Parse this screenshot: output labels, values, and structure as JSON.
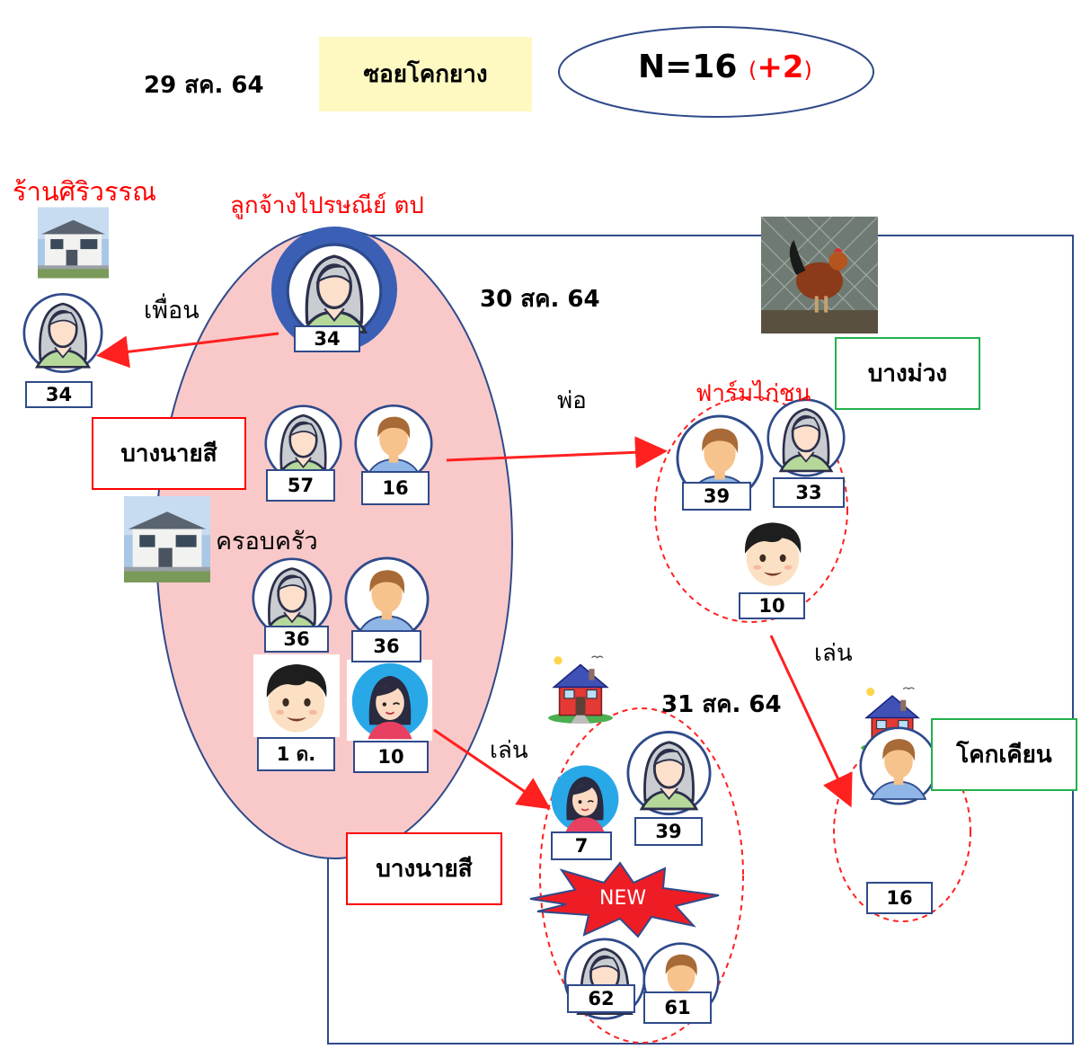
{
  "header": {
    "date": "29 สค. 64",
    "location": "ซอยโคกยาง",
    "count": "N=16",
    "count_open": "(",
    "count_delta": "+2",
    "count_close": ")"
  },
  "labels": {
    "shop": "ร้านศิริวรรณ",
    "employee_group": "ลูกจ้างไปรษณีย์ ตป",
    "friend": "เพื่อน",
    "date_30": "30 สค. 64",
    "father": "พ่อ",
    "cockfarm": "ฟาร์มไก่ชน",
    "bangmuang": "บางม่วง",
    "bangnaisi_top": "บางนายสี",
    "family": "ครอบครัว",
    "play_1": "เล่น",
    "play_2": "เล่น",
    "date_31": "31 สค. 64",
    "khokkhian": "โคกเคียน",
    "bangnaisi_bottom": "บางนายสี",
    "new_badge": "NEW"
  },
  "ages": {
    "shop_friend": "34",
    "postal_employee": "34",
    "woman_57": "57",
    "boy_16": "16",
    "woman_36": "36",
    "man_36": "36",
    "baby": "1 ด.",
    "girl_10": "10",
    "farm_man": "39",
    "farm_woman": "33",
    "farm_boy": "10",
    "khok_man": "16",
    "girl_7": "7",
    "woman_39": "39",
    "woman_62": "62",
    "man_61": "61"
  },
  "colors": {
    "accent_red": "#ff0000",
    "cluster_fill": "#f9c9c9",
    "frame_blue": "#2f4a8a",
    "label_yellow": "#fdf9c0",
    "label_red_border": "#ff0000",
    "label_green_border": "#22b14c"
  }
}
